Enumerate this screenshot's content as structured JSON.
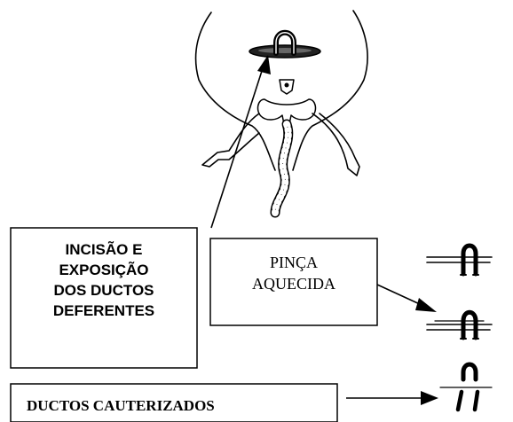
{
  "labels": {
    "incision": [
      "INCISÃO E",
      "EXPOSIÇÃO",
      "DOS DUCTOS",
      "DEFERENTES"
    ],
    "forceps": [
      "PINÇA",
      "AQUECIDA"
    ],
    "cauterized": "DUCTOS CAUTERIZADOS"
  },
  "colors": {
    "line": "#000000",
    "background": "#ffffff"
  }
}
